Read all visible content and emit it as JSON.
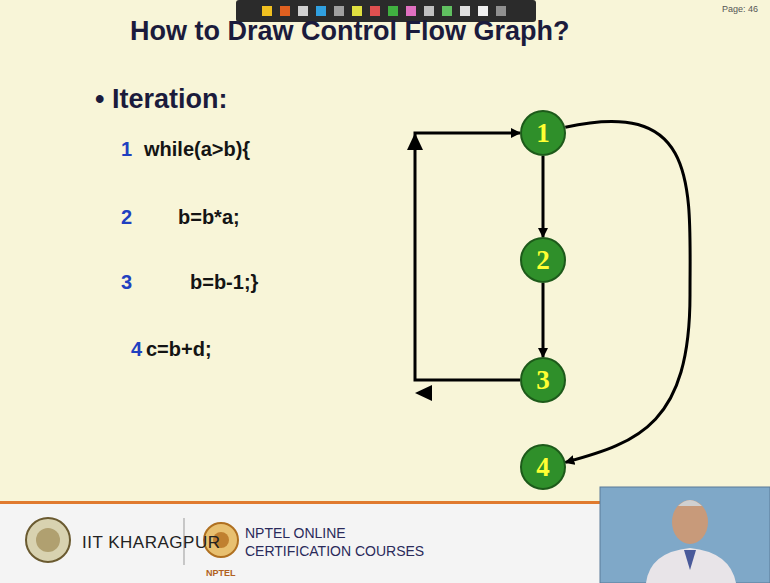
{
  "diagram": {
    "title": "How to Draw Control Flow Graph?",
    "nodes": [
      {
        "text": [
          "1"
        ]
      },
      {
        "text": [
          "2"
        ]
      },
      {
        "text": [
          "3"
        ]
      },
      {
        "text": [
          "4"
        ]
      }
    ],
    "edges": [
      {
        "from": 0,
        "to": 1,
        "arrow": "to"
      },
      {
        "from": 1,
        "to": 2,
        "arrow": "to"
      },
      {
        "from": 2,
        "to": 0,
        "arrow": "to"
      },
      {
        "from": 0,
        "to": 3,
        "arrow": "to"
      }
    ],
    "labels": [
      "• Iteration:",
      "1",
      "while(a>b){",
      "2",
      "b=b*a;",
      "3",
      "b=b-1;}",
      "4",
      "c=b+d;",
      "IIT KHARAGPUR",
      "NPTEL ONLINE",
      "CERTIFICATION COURSES",
      "NPTEL",
      "Page: 46"
    ]
  }
}
